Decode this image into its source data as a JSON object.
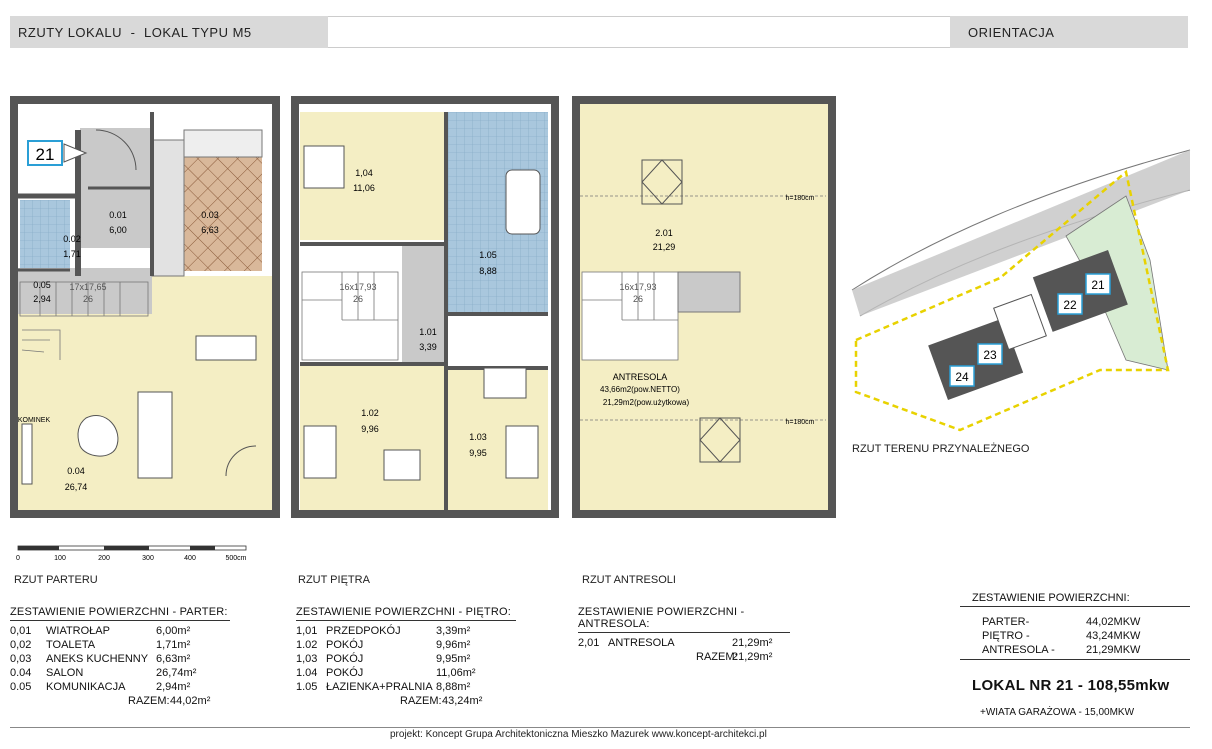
{
  "header": {
    "left_a": "RZUTY LOKALU",
    "sep": "-",
    "left_b": "LOKAL TYPU M5",
    "right": "ORIENTACJA"
  },
  "unit_badge": "21",
  "rooms": {
    "r001": {
      "num": "0.01",
      "area": "6,00"
    },
    "r002": {
      "num": "0.02",
      "area": "1,71"
    },
    "r003": {
      "num": "0.03",
      "area": "6,63"
    },
    "r004": {
      "num": "0.04",
      "area": "26,74"
    },
    "r005": {
      "num": "0.05",
      "area": "2,94"
    },
    "r101": {
      "num": "1.01",
      "area": "3,39"
    },
    "r102": {
      "num": "1.02",
      "area": "9,96"
    },
    "r103": {
      "num": "1.03",
      "area": "9,95"
    },
    "r104": {
      "num": "1,04",
      "area": "11,06"
    },
    "r105": {
      "num": "1.05",
      "area": "8,88"
    },
    "r201": {
      "num": "2.01",
      "area": "21,29"
    }
  },
  "stairs": {
    "ground": "17x17,65",
    "ground_b": "26",
    "first": "16x17,93",
    "first_b": "26",
    "mez": "16x17,93",
    "mez_b": "26"
  },
  "labels": {
    "kominek": "KOMINEK",
    "h180": "h=180cm",
    "antresola": "ANTRESOLA",
    "antresola_netto": "43,66m2(pow.NETTO)",
    "antresola_uzytkowa": "21,29m2(pow.użytkowa)"
  },
  "scale": [
    "0",
    "100",
    "200",
    "300",
    "400",
    "500cm"
  ],
  "captions": {
    "ground": "RZUT PARTERU",
    "first": "RZUT PIĘTRA",
    "mez": "RZUT ANTRESOLI",
    "site": "RZUT TERENU  PRZYNALEŻNEGO"
  },
  "site_units": [
    "21",
    "22",
    "23",
    "24"
  ],
  "tables": {
    "ground": {
      "title": "ZESTAWIENIE POWIERZCHNI - PARTER:",
      "rows": [
        {
          "n": "0,01",
          "name": "WIATROŁAP",
          "area": "6,00m²"
        },
        {
          "n": "0,02",
          "name": "TOALETA",
          "area": "1,71m²"
        },
        {
          "n": "0,03",
          "name": "ANEKS KUCHENNY",
          "area": "6,63m²"
        },
        {
          "n": "0.04",
          "name": "SALON",
          "area": "26,74m²"
        },
        {
          "n": "0.05",
          "name": "KOMUNIKACJA",
          "area": "2,94m²"
        }
      ],
      "total_label": "RAZEM:",
      "total": "44,02m²"
    },
    "first": {
      "title": "ZESTAWIENIE POWIERZCHNI - PIĘTRO:",
      "rows": [
        {
          "n": "1,01",
          "name": "PRZEDPOKÓJ",
          "area": "3,39m²"
        },
        {
          "n": "1.02",
          "name": "POKÓJ",
          "area": "9,96m²"
        },
        {
          "n": "1,03",
          "name": "POKÓJ",
          "area": "9,95m²"
        },
        {
          "n": "1.04",
          "name": "POKÓJ",
          "area": "11,06m²"
        },
        {
          "n": "1.05",
          "name": "ŁAZIENKA+PRALNIA",
          "area": "8,88m²"
        }
      ],
      "total_label": "RAZEM:",
      "total": "43,24m²"
    },
    "mez": {
      "title": "ZESTAWIENIE POWIERZCHNI - ANTRESOLA:",
      "rows": [
        {
          "n": "2,01",
          "name": "ANTRESOLA",
          "area": "21,29m²"
        }
      ],
      "total_label": "RAZEM:",
      "total": "21,29m²"
    }
  },
  "summary": {
    "title": "ZESTAWIENIE POWIERZCHNI:",
    "rows": [
      {
        "k": "PARTER-",
        "v": "44,02MKW"
      },
      {
        "k": "PIĘTRO -",
        "v": "43,24MKW"
      },
      {
        "k": "ANTRESOLA -",
        "v": "21,29MKW"
      }
    ],
    "lokal": "LOKAL NR 21  - 108,55mkw",
    "garage": "+WIATA GARAŻOWA - 15,00MKW"
  },
  "footer": "projekt: Koncept Grupa Architektoniczna Mieszko Mazurek www.koncept-architekci.pl",
  "colors": {
    "floor": "#f4eec4",
    "wet": "#a9c7dd",
    "kitchen": "#d9b89a",
    "hall": "#c9c9c9",
    "wall": "#555555",
    "green": "#d8ecd3",
    "dash": "#e8d200",
    "badge": "#2a9fd6"
  }
}
